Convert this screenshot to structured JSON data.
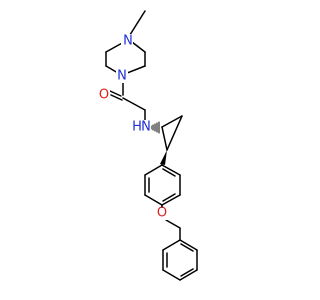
{
  "molecule": {
    "atoms": {
      "N_piperazine_methyl": {
        "symbol": "N",
        "color": "#1f2fd6"
      },
      "N_piperazine_amide": {
        "symbol": "N",
        "color": "#1f2fd6"
      },
      "O_carbonyl": {
        "symbol": "O",
        "color": "#e02020"
      },
      "NH_amine": {
        "symbol": "N",
        "hydrogen": "H",
        "color": "#1f2fd6"
      },
      "O_ether": {
        "symbol": "O",
        "color": "#e02020"
      }
    },
    "bond_color": "#000000",
    "background": "#ffffff"
  }
}
